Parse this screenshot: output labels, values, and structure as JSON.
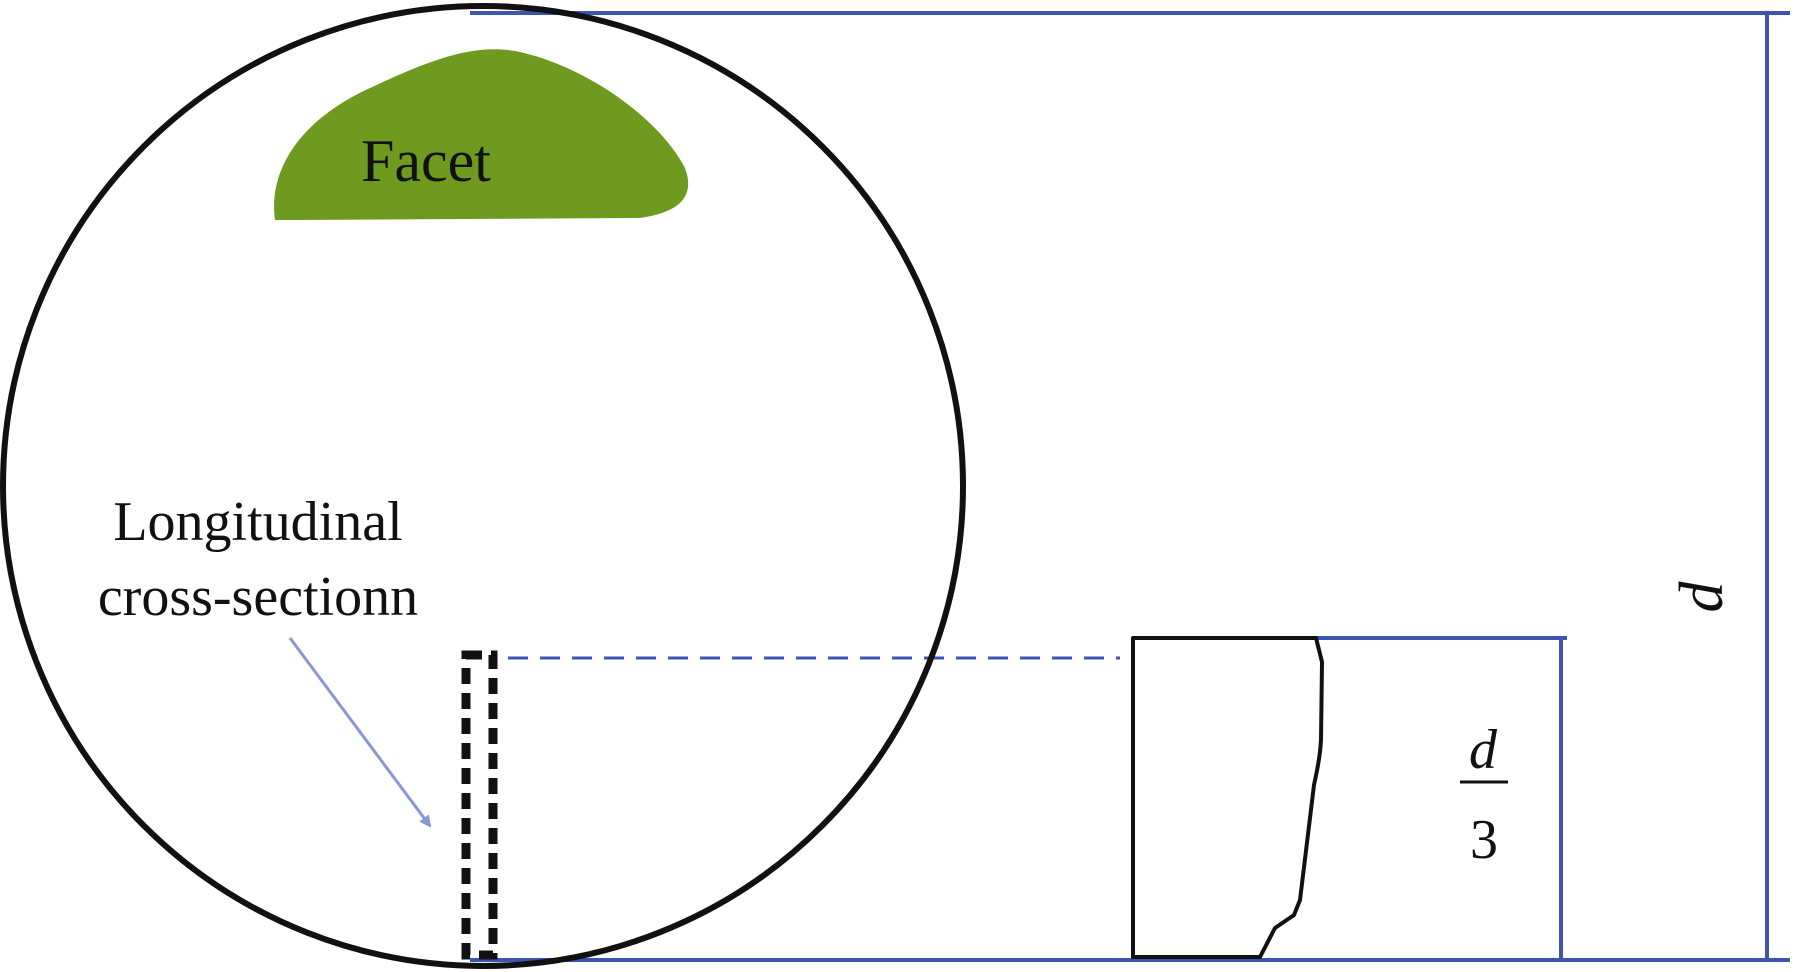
{
  "labels": {
    "facet": "Facet",
    "cross_section_line1": "Longitudinal",
    "cross_section_line2": "cross-sectionn",
    "total_dimension": "d",
    "fraction_numerator": "d",
    "fraction_denominator": "3"
  },
  "colors": {
    "outline": "#111111",
    "dimension_lines": "#3d55b0",
    "facet_fill": "#6e9b1f",
    "arrow": "#8a97d4"
  }
}
